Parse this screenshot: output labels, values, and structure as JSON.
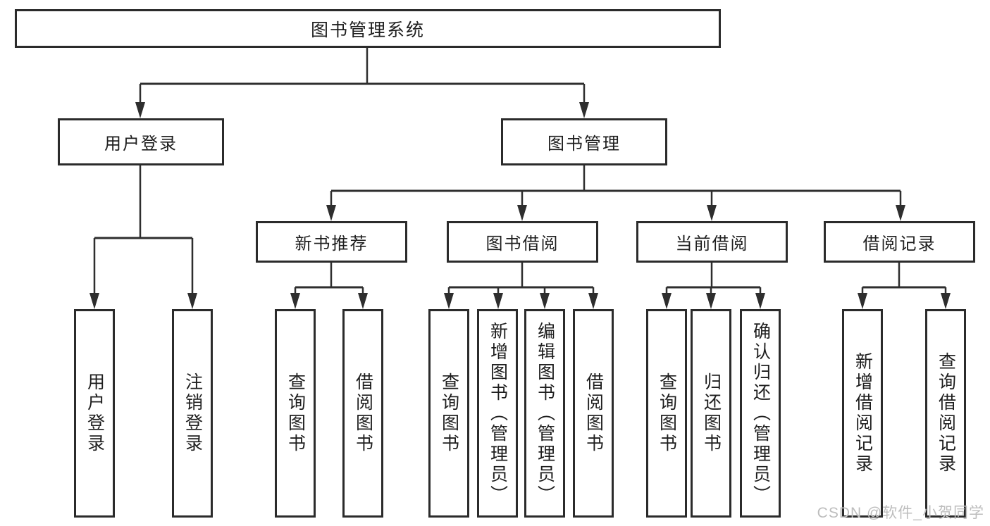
{
  "tree": {
    "root": {
      "label": "图书管理系统"
    },
    "branches": [
      {
        "label": "用户登录",
        "leaves": [
          "用户登录",
          "注销登录"
        ]
      },
      {
        "label": "图书管理",
        "groups": [
          {
            "label": "新书推荐",
            "leaves": [
              "查询图书",
              "借阅图书"
            ]
          },
          {
            "label": "图书借阅",
            "leaves": [
              "查询图书",
              "新增图书（管理员）",
              "编辑图书（管理员）",
              "借阅图书"
            ]
          },
          {
            "label": "当前借阅",
            "leaves": [
              "查询图书",
              "归还图书",
              "确认归还（管理员）"
            ]
          },
          {
            "label": "借阅记录",
            "leaves": [
              "新增借阅记录",
              "查询借阅记录"
            ]
          }
        ]
      }
    ]
  },
  "watermark": "CSDN @软件_小贺同学",
  "colors": {
    "line": "#2e2e2e",
    "box_border": "#2b2b2b",
    "box_fill": "#ffffff",
    "text": "#1e1e1e",
    "watermark": "#bdbdbd"
  }
}
